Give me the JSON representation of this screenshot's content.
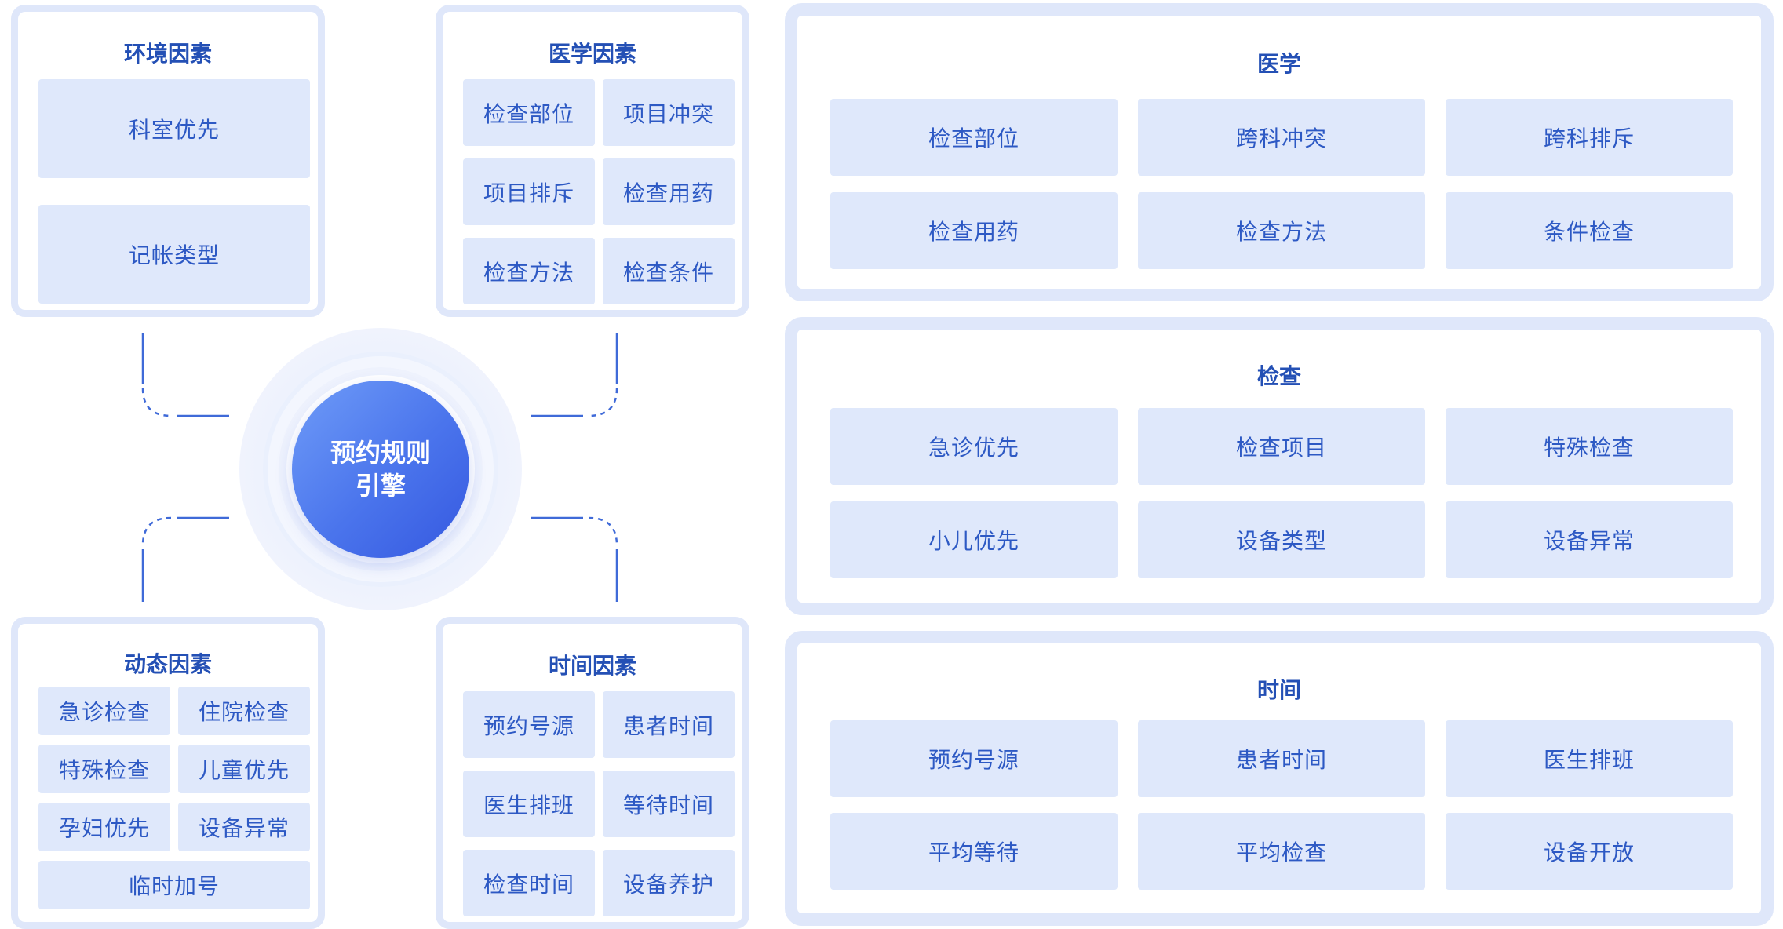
{
  "center": {
    "line1": "预约规则",
    "line2": "引擎"
  },
  "env": {
    "title": "环境因素",
    "items": [
      "科室优先",
      "记帐类型"
    ]
  },
  "med": {
    "title": "医学因素",
    "items": [
      "检查部位",
      "项目冲突",
      "项目排斥",
      "检查用药",
      "检查方法",
      "检查条件"
    ]
  },
  "dyn": {
    "title": "动态因素",
    "items": [
      "急诊检查",
      "住院检查",
      "特殊检查",
      "儿童优先",
      "孕妇优先",
      "设备异常",
      "临时加号"
    ]
  },
  "time": {
    "title": "时间因素",
    "items": [
      "预约号源",
      "患者时间",
      "医生排班",
      "等待时间",
      "检查时间",
      "设备养护"
    ]
  },
  "panels": [
    {
      "title": "医学",
      "items": [
        "检查部位",
        "跨科冲突",
        "跨科排斥",
        "检查用药",
        "检查方法",
        "条件检查"
      ]
    },
    {
      "title": "检查",
      "items": [
        "急诊优先",
        "检查项目",
        "特殊检查",
        "小儿优先",
        "设备类型",
        "设备异常"
      ]
    },
    {
      "title": "时间",
      "items": [
        "预约号源",
        "患者时间",
        "医生排班",
        "平均等待",
        "平均检查",
        "设备开放"
      ]
    }
  ],
  "colors": {
    "card_border": "#dfe7fa",
    "cell_bg": "#dfe8fb",
    "text": "#2d59c4",
    "hub_start": "#5b8ef5",
    "hub_end": "#3a5fe6"
  }
}
